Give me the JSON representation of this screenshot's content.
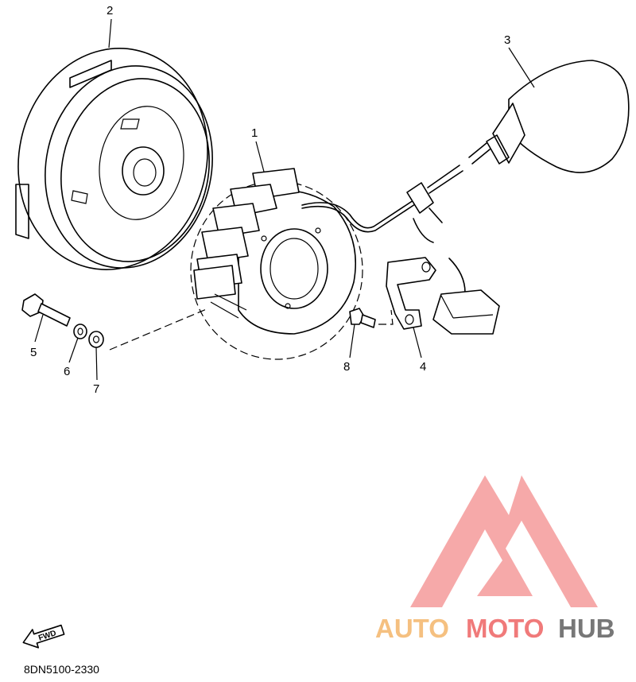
{
  "diagram": {
    "callouts": [
      "1",
      "2",
      "3",
      "4",
      "5",
      "6",
      "7",
      "8"
    ],
    "fwd_label": "FWD",
    "drawing_code": "8DN5100-2330"
  },
  "watermark": {
    "word_part1": "AUTO",
    "word_part2": "MOTO",
    "word_part3": "HUB",
    "colors": {
      "part1": "#f5c080",
      "part2": "#f07a7a",
      "part3": "#777777",
      "triangle": "#f49a9a"
    }
  }
}
